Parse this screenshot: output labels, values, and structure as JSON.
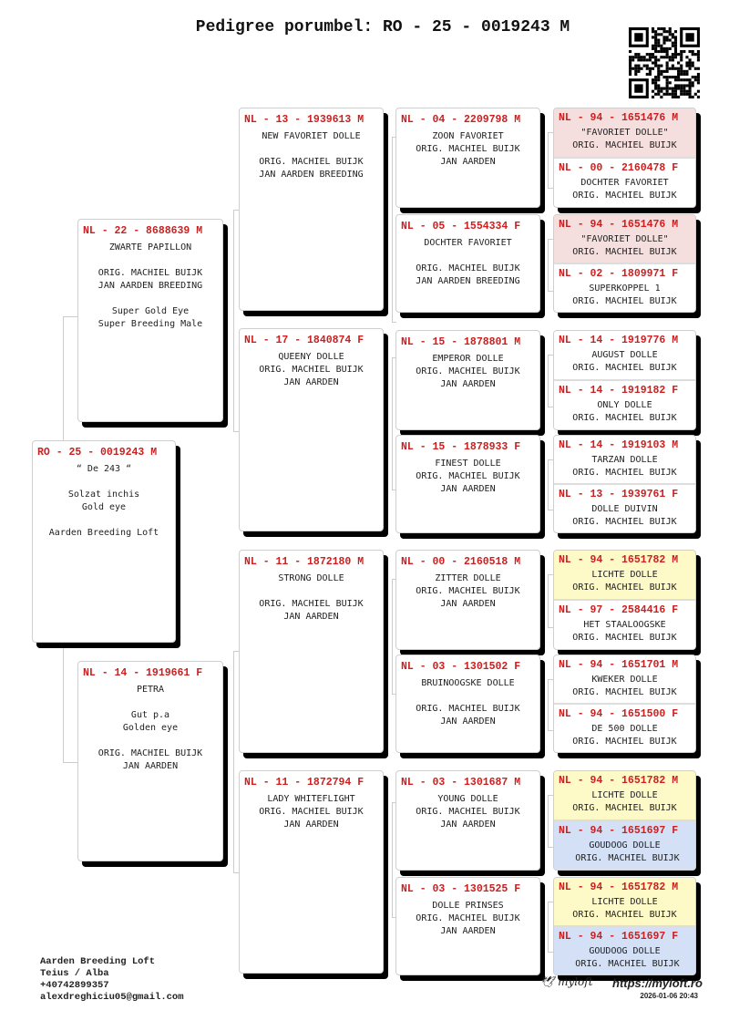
{
  "title": "Pedigree porumbel: RO - 25 - 0019243 M",
  "colors": {
    "ring": "#cc1f1f",
    "pink": "#f5dede",
    "yellow": "#fdfac8",
    "blue": "#d3e0f5"
  },
  "subject": {
    "ring": "RO - 25 - 0019243 M",
    "lines": [
      "“ De 243 “",
      "",
      "Solzat inchis",
      "Gold eye",
      "",
      "Aarden Breeding Loft"
    ]
  },
  "parents": [
    {
      "ring": "NL - 22 - 8688639 M",
      "lines": [
        "ZWARTE PAPILLON",
        "",
        "ORIG. MACHIEL BUIJK",
        "JAN AARDEN BREEDING",
        "",
        "Super Gold Eye",
        "Super Breeding Male"
      ]
    },
    {
      "ring": "NL - 14 - 1919661 F",
      "lines": [
        "PETRA",
        "",
        "Gut p.a",
        "Golden eye",
        "",
        "ORIG. MACHIEL BUIJK",
        "JAN AARDEN"
      ]
    }
  ],
  "grandparents": [
    {
      "ring": "NL - 13 - 1939613 M",
      "lines": [
        "NEW FAVORIET DOLLE",
        "",
        "ORIG. MACHIEL BUIJK",
        "JAN AARDEN BREEDING"
      ]
    },
    {
      "ring": "NL - 17 - 1840874 F",
      "lines": [
        "QUEENY DOLLE",
        "ORIG. MACHIEL BUIJK",
        "JAN AARDEN"
      ]
    },
    {
      "ring": "NL - 11 - 1872180 M",
      "lines": [
        "STRONG DOLLE",
        "",
        "ORIG. MACHIEL BUIJK",
        "JAN AARDEN"
      ]
    },
    {
      "ring": "NL - 11 - 1872794 F",
      "lines": [
        "LADY WHITEFLIGHT",
        "ORIG. MACHIEL BUIJK",
        "JAN AARDEN"
      ]
    }
  ],
  "great_grandparents": [
    {
      "ring": "NL - 04 - 2209798 M",
      "lines": [
        "ZOON FAVORIET",
        "ORIG. MACHIEL BUIJK",
        "JAN AARDEN"
      ]
    },
    {
      "ring": "NL - 05 - 1554334 F",
      "lines": [
        "DOCHTER FAVORIET",
        "",
        "ORIG. MACHIEL BUIJK",
        "JAN AARDEN BREEDING"
      ]
    },
    {
      "ring": "NL - 15 - 1878801 M",
      "lines": [
        "EMPEROR DOLLE",
        "ORIG. MACHIEL BUIJK",
        "JAN AARDEN"
      ]
    },
    {
      "ring": "NL - 15 - 1878933 F",
      "lines": [
        "FINEST DOLLE",
        "ORIG. MACHIEL BUIJK",
        "JAN AARDEN"
      ]
    },
    {
      "ring": "NL - 00 - 2160518 M",
      "lines": [
        "ZITTER DOLLE",
        "ORIG. MACHIEL BUIJK",
        "JAN AARDEN"
      ]
    },
    {
      "ring": "NL - 03 - 1301502 F",
      "lines": [
        "BRUINOOGSKE DOLLE",
        "",
        "ORIG. MACHIEL BUIJK",
        "JAN AARDEN"
      ]
    },
    {
      "ring": "NL - 03 - 1301687 M",
      "lines": [
        "YOUNG DOLLE",
        "ORIG. MACHIEL BUIJK",
        "JAN AARDEN"
      ]
    },
    {
      "ring": "NL - 03 - 1301525 F",
      "lines": [
        "DOLLE PRINSES",
        "ORIG. MACHIEL BUIJK",
        "JAN AARDEN"
      ]
    }
  ],
  "gen5": [
    {
      "ring": "NL - 94 - 1651476 M",
      "lines": [
        "\"FAVORIET DOLLE\"",
        "ORIG. MACHIEL BUIJK"
      ],
      "bg": "pink"
    },
    {
      "ring": "NL - 00 - 2160478 F",
      "lines": [
        "DOCHTER FAVORIET",
        "ORIG. MACHIEL BUIJK"
      ],
      "bg": "white"
    },
    {
      "ring": "NL - 94 - 1651476 M",
      "lines": [
        "\"FAVORIET DOLLE\"",
        "ORIG. MACHIEL BUIJK"
      ],
      "bg": "pink"
    },
    {
      "ring": "NL - 02 - 1809971 F",
      "lines": [
        "SUPERKOPPEL 1",
        "ORIG. MACHIEL BUIJK"
      ],
      "bg": "white"
    },
    {
      "ring": "NL - 14 - 1919776 M",
      "lines": [
        "AUGUST DOLLE",
        "ORIG. MACHIEL BUIJK"
      ],
      "bg": "white"
    },
    {
      "ring": "NL - 14 - 1919182 F",
      "lines": [
        "ONLY DOLLE",
        "ORIG. MACHIEL BUIJK"
      ],
      "bg": "white"
    },
    {
      "ring": "NL - 14 - 1919103 M",
      "lines": [
        "TARZAN DOLLE",
        "ORIG. MACHIEL BUIJK"
      ],
      "bg": "white"
    },
    {
      "ring": "NL - 13 - 1939761 F",
      "lines": [
        "DOLLE DUIVIN",
        "ORIG. MACHIEL BUIJK"
      ],
      "bg": "white"
    },
    {
      "ring": "NL - 94 - 1651782 M",
      "lines": [
        "LICHTE DOLLE",
        "ORIG. MACHIEL BUIJK"
      ],
      "bg": "yellow"
    },
    {
      "ring": "NL - 97 - 2584416 F",
      "lines": [
        "HET STAALOOGSKE",
        "ORIG. MACHIEL BUIJK"
      ],
      "bg": "white"
    },
    {
      "ring": "NL - 94 - 1651701 M",
      "lines": [
        "KWEKER DOLLE",
        "ORIG. MACHIEL BUIJK"
      ],
      "bg": "white"
    },
    {
      "ring": "NL - 94 - 1651500 F",
      "lines": [
        "DE 500 DOLLE",
        "ORIG. MACHIEL BUIJK"
      ],
      "bg": "white"
    },
    {
      "ring": "NL - 94 - 1651782 M",
      "lines": [
        "LICHTE DOLLE",
        "ORIG. MACHIEL BUIJK"
      ],
      "bg": "yellow"
    },
    {
      "ring": "NL - 94 - 1651697 F",
      "lines": [
        "GOUDOOG DOLLE",
        " ORIG. MACHIEL BUIJK"
      ],
      "bg": "blue"
    },
    {
      "ring": "NL - 94 - 1651782 M",
      "lines": [
        "LICHTE DOLLE",
        "ORIG. MACHIEL BUIJK"
      ],
      "bg": "yellow"
    },
    {
      "ring": "NL - 94 - 1651697 F",
      "lines": [
        "GOUDOOG DOLLE",
        " ORIG. MACHIEL BUIJK"
      ],
      "bg": "blue"
    }
  ],
  "footer": {
    "loft": "Aarden Breeding Loft",
    "location": "Teius / Alba",
    "phone": "+40742899357",
    "email": "alexdreghiciu05@gmail.com",
    "logo": "myloft",
    "url": "https://myloft.ro",
    "date": "2026-01-06 20:43"
  }
}
